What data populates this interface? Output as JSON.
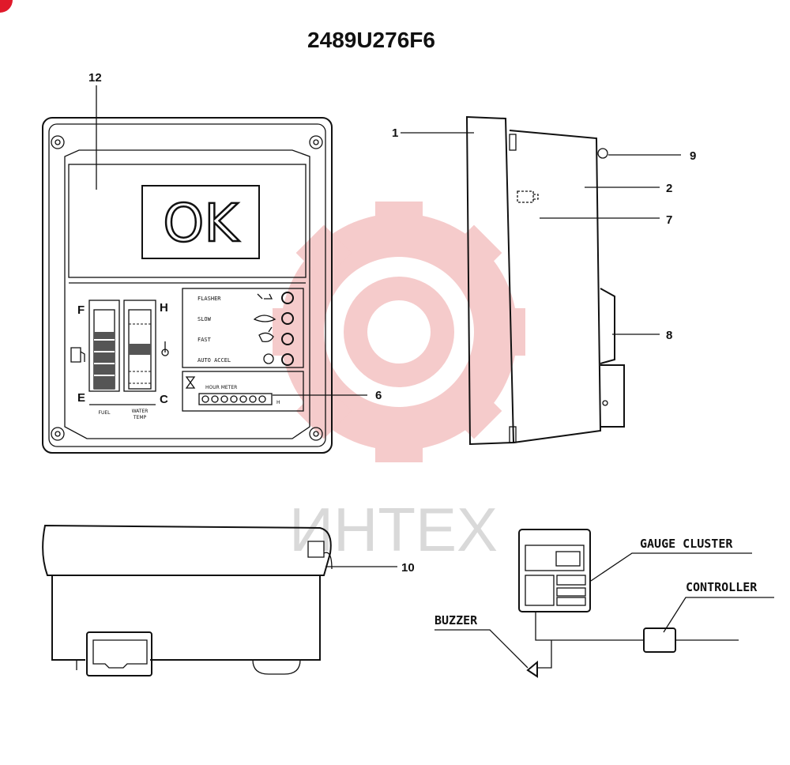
{
  "title": "2489U276F6",
  "callouts": {
    "c12": "12",
    "c1": "1",
    "c9": "9",
    "c2": "2",
    "c7": "7",
    "c8": "8",
    "c6": "6",
    "c10": "10"
  },
  "display": {
    "ok": "OK"
  },
  "gauges": {
    "f": "F",
    "e": "E",
    "h": "H",
    "c": "C",
    "fuel": "FUEL",
    "water1": "WATER",
    "water2": "TEMP"
  },
  "indicators": {
    "flasher": "FLASHER",
    "slow": "SLOW",
    "fast": "FAST",
    "auto": "AUTO ACCEL"
  },
  "hourmeter": {
    "label": "HOUR METER",
    "h": "H"
  },
  "blocks": {
    "gauge_cluster": "GAUGE CLUSTER",
    "controller": "CONTROLLER",
    "buzzer": "BUZZER"
  },
  "watermark": "ИНТЕХ",
  "colors": {
    "ink": "#111111",
    "watermark": "#f4c2c2",
    "badge": "#e0192a"
  }
}
